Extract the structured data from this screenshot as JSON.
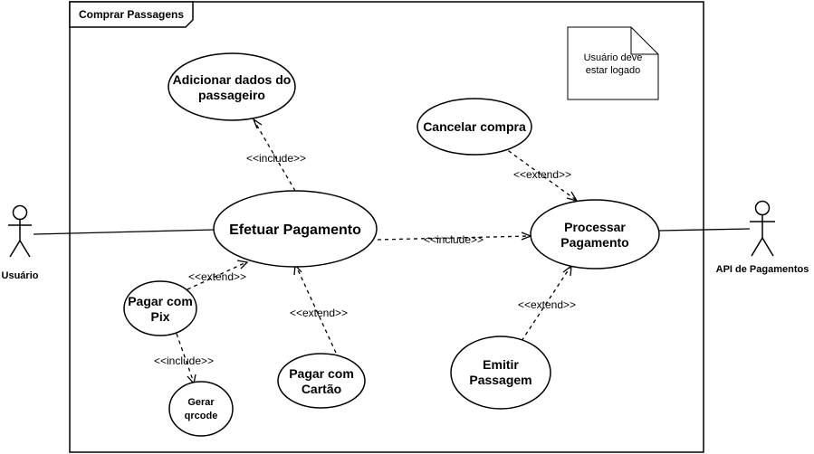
{
  "frame": {
    "title": "Comprar Passagens"
  },
  "note": {
    "line1": "Usuário deve",
    "line2": "estar logado"
  },
  "actors": {
    "user": {
      "label": "Usuário"
    },
    "api": {
      "label": "API de Pagamentos"
    }
  },
  "use_cases": {
    "adicionar": {
      "line1": "Adicionar dados do",
      "line2": "passageiro"
    },
    "efetuar": {
      "line1": "Efetuar Pagamento"
    },
    "cancelar": {
      "line1": "Cancelar compra"
    },
    "processar": {
      "line1": "Processar",
      "line2": "Pagamento"
    },
    "pix": {
      "line1": "Pagar com",
      "line2": "Pix"
    },
    "cartao": {
      "line1": "Pagar com",
      "line2": "Cartão"
    },
    "emitir": {
      "line1": "Emitir",
      "line2": "Passagem"
    },
    "qrcode": {
      "line1": "Gerar",
      "line2": "qrcode"
    }
  },
  "relations": {
    "efetuar_adicionar": "<<include>>",
    "efetuar_processar": "<<include>>",
    "cancelar_processar": "<<extend>>",
    "pix_efetuar": "<<extend>>",
    "cartao_efetuar": "<<extend>>",
    "emitir_processar": "<<extend>>",
    "pix_qrcode": "<<include>>"
  }
}
